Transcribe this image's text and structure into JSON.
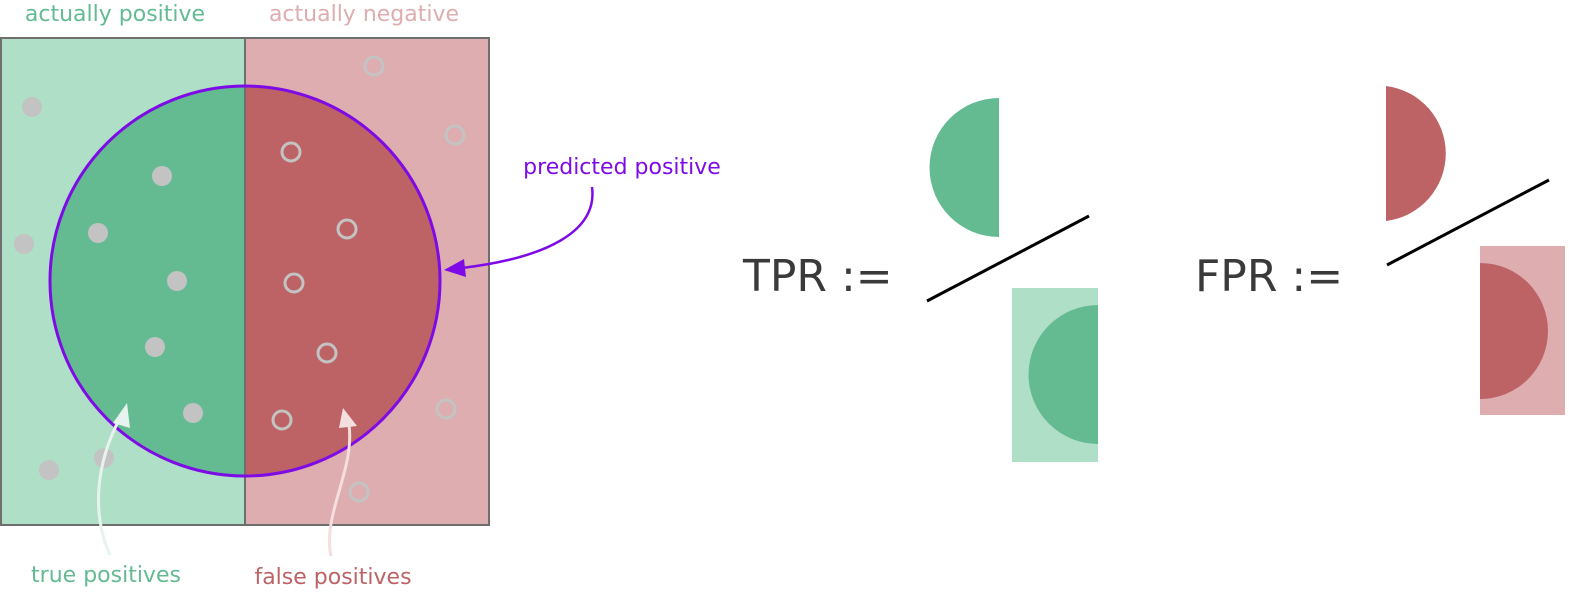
{
  "labels": {
    "actually_positive": "actually positive",
    "actually_negative": "actually negative",
    "predicted_positive": "predicted positive",
    "true_positives": "true positives",
    "false_positives": "false positives"
  },
  "formulas": {
    "tpr_label": "TPR :=",
    "fpr_label": "FPR :="
  },
  "colors": {
    "positive_light": "#b0dfc8",
    "positive_dark": "#64bb92",
    "negative_light": "#deadaf",
    "negative_dark": "#bd6265",
    "predicted_outline": "#7e0be6",
    "box_border": "#6e6e6e",
    "dot": "#c3c3c3",
    "arrow_true": "#e6f3ee",
    "arrow_false": "#f4dede",
    "label_positive": "#64bb92",
    "label_negative_header": "#deadaf",
    "label_false_positives": "#bd6265"
  }
}
